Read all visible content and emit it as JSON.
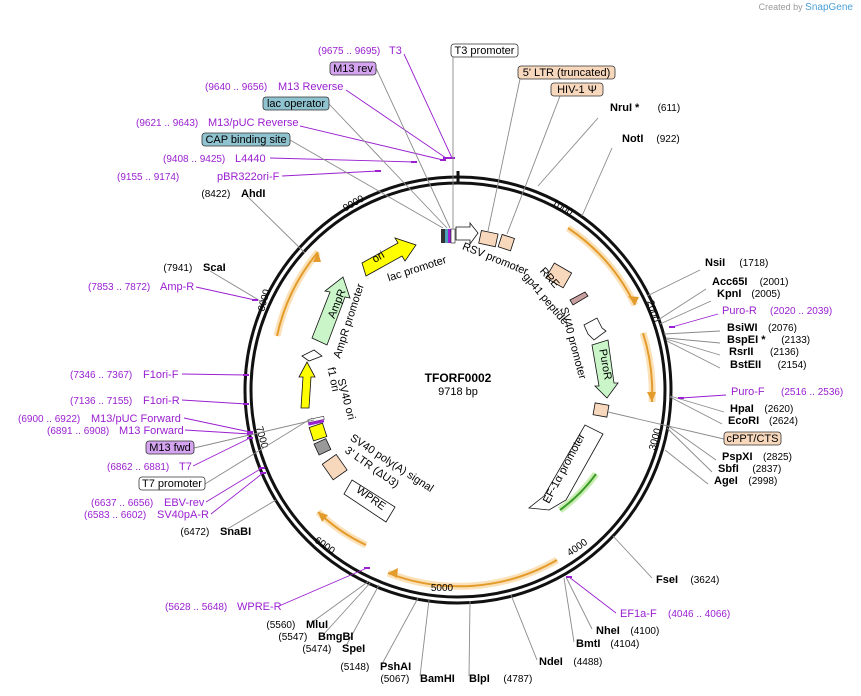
{
  "credit": {
    "prefix": "Created by",
    "brand": "SnapGene"
  },
  "plasmid": {
    "name": "TFORF0002",
    "length": "9718 bp"
  },
  "ticks": [
    "1000",
    "2000",
    "3000",
    "4000",
    "5000",
    "6000",
    "7000",
    "8000",
    "9000"
  ],
  "enzymes": [
    {
      "name": "NruI *",
      "pos": "(611)",
      "side": "right"
    },
    {
      "name": "NotI",
      "pos": "(922)",
      "side": "right"
    },
    {
      "name": "NsiI",
      "pos": "(1718)",
      "side": "right"
    },
    {
      "name": "Acc65I",
      "pos": "(2001)",
      "side": "right"
    },
    {
      "name": "KpnI",
      "pos": "(2005)",
      "side": "right"
    },
    {
      "name": "BsiWI",
      "pos": "(2076)",
      "side": "right"
    },
    {
      "name": "BspEI *",
      "pos": "(2133)",
      "side": "right"
    },
    {
      "name": "RsrII",
      "pos": "(2136)",
      "side": "right"
    },
    {
      "name": "BstEII",
      "pos": "(2154)",
      "side": "right"
    },
    {
      "name": "HpaI",
      "pos": "(2620)",
      "side": "right"
    },
    {
      "name": "EcoRI",
      "pos": "(2624)",
      "side": "right"
    },
    {
      "name": "PspXI",
      "pos": "(2825)",
      "side": "right"
    },
    {
      "name": "SbfI",
      "pos": "(2837)",
      "side": "right"
    },
    {
      "name": "AgeI",
      "pos": "(2998)",
      "side": "right"
    },
    {
      "name": "FseI",
      "pos": "(3624)",
      "side": "right"
    },
    {
      "name": "NheI",
      "pos": "(4100)",
      "side": "right"
    },
    {
      "name": "BmtI",
      "pos": "(4104)",
      "side": "right"
    },
    {
      "name": "NdeI",
      "pos": "(4488)",
      "side": "right"
    },
    {
      "name": "BlpI",
      "pos": "(4787)",
      "side": "right"
    },
    {
      "name": "BamHI",
      "pos": "(5067)",
      "side": "left"
    },
    {
      "name": "PshAI",
      "pos": "(5148)",
      "side": "left"
    },
    {
      "name": "SpeI",
      "pos": "(5474)",
      "side": "left"
    },
    {
      "name": "BmgBI",
      "pos": "(5547)",
      "side": "left"
    },
    {
      "name": "MluI",
      "pos": "(5560)",
      "side": "left"
    },
    {
      "name": "SnaBI",
      "pos": "(6472)",
      "side": "left"
    },
    {
      "name": "ScaI",
      "pos": "(7941)",
      "side": "left"
    },
    {
      "name": "AhdI",
      "pos": "(8422)",
      "side": "left"
    }
  ],
  "primers": [
    {
      "name": "T3",
      "pos": "(9675 .. 9695)"
    },
    {
      "name": "M13 Reverse",
      "pos": "(9640 .. 9656)"
    },
    {
      "name": "M13/pUC Reverse",
      "pos": "(9621 .. 9643)"
    },
    {
      "name": "L4440",
      "pos": "(9408 .. 9425)"
    },
    {
      "name": "pBR322ori-F",
      "pos": "(9155 .. 9174)"
    },
    {
      "name": "Amp-R",
      "pos": "(7853 .. 7872)"
    },
    {
      "name": "F1ori-F",
      "pos": "(7346 .. 7367)"
    },
    {
      "name": "F1ori-R",
      "pos": "(7136 .. 7155)"
    },
    {
      "name": "M13/pUC Forward",
      "pos": "(6900 .. 6922)"
    },
    {
      "name": "M13 Forward",
      "pos": "(6891 .. 6908)"
    },
    {
      "name": "T7",
      "pos": "(6862 .. 6881)"
    },
    {
      "name": "EBV-rev",
      "pos": "(6637 .. 6656)"
    },
    {
      "name": "SV40pA-R",
      "pos": "(6583 .. 6602)"
    },
    {
      "name": "WPRE-R",
      "pos": "(5628 .. 5648)"
    },
    {
      "name": "Puro-R",
      "pos": "(2020 .. 2039)"
    },
    {
      "name": "Puro-F",
      "pos": "(2516 .. 2536)"
    },
    {
      "name": "EF1a-F",
      "pos": "(4046 .. 4066)"
    }
  ],
  "tags": [
    {
      "text": "T3 promoter",
      "fill": "#ffffff"
    },
    {
      "text": "M13 rev",
      "fill": "#d4a4f0"
    },
    {
      "text": "lac operator",
      "fill": "#8fc3cf"
    },
    {
      "text": "CAP binding site",
      "fill": "#8fc3cf"
    },
    {
      "text": "5' LTR (truncated)",
      "fill": "#f8d8bd"
    },
    {
      "text": "HIV-1 Ψ",
      "fill": "#f8d8bd"
    },
    {
      "text": "cPPT/CTS",
      "fill": "#f8d8bd"
    },
    {
      "text": "M13 fwd",
      "fill": "#d4a4f0"
    },
    {
      "text": "T7 promoter",
      "fill": "#ffffff"
    }
  ],
  "features": {
    "ori": "ori",
    "lac_promoter": "lac promoter",
    "rsv_promoter": "RSV promoter",
    "rre": "RRE",
    "gp41": "gp41 peptide",
    "sv40_promoter": "SV40 promoter",
    "puroR": "PuroR",
    "ef1a": "EF-1α promoter",
    "wpre": "WPRE",
    "ltr3": "3' LTR (ΔU3)",
    "sv40_polyA": "SV40 poly(A) signal",
    "sv40_ori": "SV40 ori",
    "f1_ori": "f1 ori",
    "ampR_promoter": "AmpR promoter",
    "ampR": "AmpR"
  },
  "colors": {
    "backbone": "#111111",
    "primer": "#9a1fd0",
    "orf": "#f2a43a",
    "ori": "#ffff00",
    "ampR": "#c9f5c9",
    "promoter": "#ffffff",
    "ltr": "#f8d8bd"
  }
}
